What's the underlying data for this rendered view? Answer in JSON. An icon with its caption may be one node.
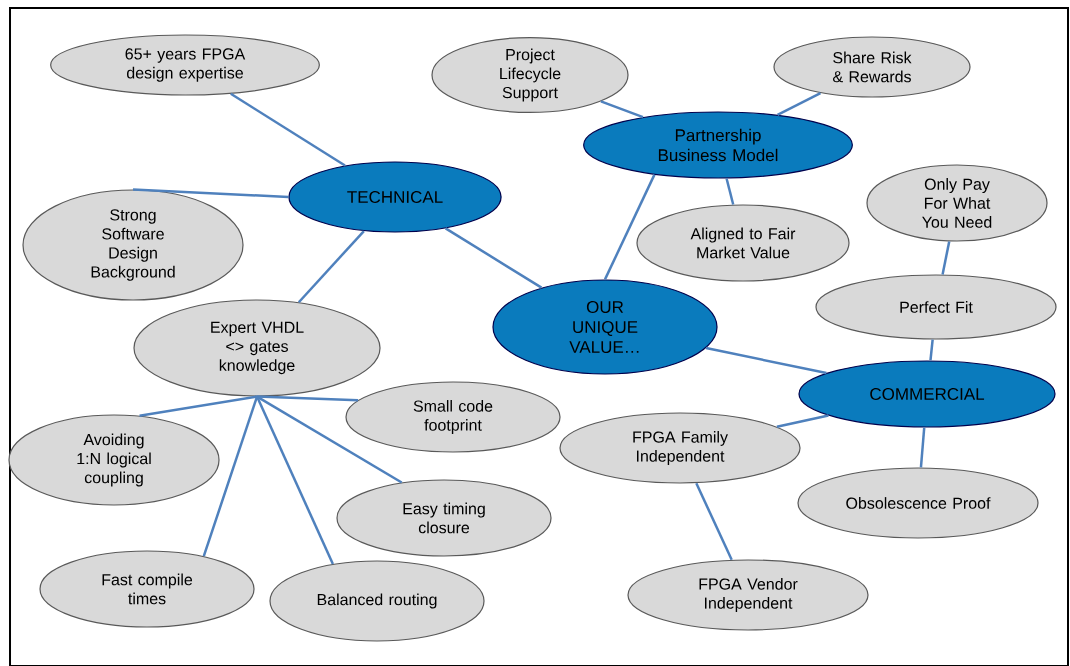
{
  "diagram": {
    "nodes": [
      {
        "text": [
          "65+ years FPGA design expertise"
        ]
      },
      {
        "text": [
          "Project Lifecycle Support"
        ]
      },
      {
        "text": [
          "Share Risk & Rewards"
        ]
      },
      {
        "text": [
          "TECHNICAL"
        ]
      },
      {
        "text": [
          "Partnership Business Model"
        ]
      },
      {
        "text": [
          "Strong Software Design Background"
        ]
      },
      {
        "text": [
          "Only Pay For What You Need"
        ]
      },
      {
        "text": [
          "Aligned to Fair Market Value"
        ]
      },
      {
        "text": [
          "Expert VHDL <> gates knowledge"
        ]
      },
      {
        "text": [
          "OUR UNIQUE VALUE…"
        ]
      },
      {
        "text": [
          "Perfect Fit"
        ]
      },
      {
        "text": [
          "COMMERCIAL"
        ]
      },
      {
        "text": [
          "Small code footprint"
        ]
      },
      {
        "text": [
          "Avoiding 1:N logical coupling"
        ]
      },
      {
        "text": [
          "FPGA Family Independent"
        ]
      },
      {
        "text": [
          "Easy timing closure"
        ]
      },
      {
        "text": [
          "Obsolescence Proof"
        ]
      },
      {
        "text": [
          "Fast compile times"
        ]
      },
      {
        "text": [
          "Balanced routing"
        ]
      },
      {
        "text": [
          "FPGA Vendor Independent"
        ]
      }
    ],
    "edges": [
      {
        "from": 3,
        "to": 0,
        "arrow": "none"
      },
      {
        "from": 3,
        "to": 5,
        "arrow": "none"
      },
      {
        "from": 3,
        "to": 8,
        "arrow": "none"
      },
      {
        "from": 3,
        "to": 9,
        "arrow": "none"
      },
      {
        "from": 9,
        "to": 4,
        "arrow": "none"
      },
      {
        "from": 4,
        "to": 1,
        "arrow": "none"
      },
      {
        "from": 4,
        "to": 2,
        "arrow": "none"
      },
      {
        "from": 4,
        "to": 7,
        "arrow": "none"
      },
      {
        "from": 9,
        "to": 11,
        "arrow": "none"
      },
      {
        "from": 11,
        "to": 10,
        "arrow": "none"
      },
      {
        "from": 10,
        "to": 6,
        "arrow": "none"
      },
      {
        "from": 11,
        "to": 14,
        "arrow": "none"
      },
      {
        "from": 11,
        "to": 16,
        "arrow": "none"
      },
      {
        "from": 14,
        "to": 19,
        "arrow": "none"
      },
      {
        "from": 8,
        "to": 13,
        "arrow": "none"
      },
      {
        "from": 8,
        "to": 12,
        "arrow": "none"
      },
      {
        "from": 8,
        "to": 15,
        "arrow": "none"
      },
      {
        "from": 8,
        "to": 17,
        "arrow": "none"
      },
      {
        "from": 8,
        "to": 18,
        "arrow": "none"
      }
    ]
  }
}
